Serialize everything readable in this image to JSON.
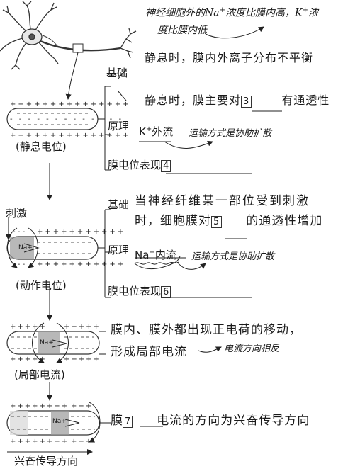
{
  "note_top": {
    "line1a": "神经细胞外的Na",
    "sup1": "+",
    "line1b": "浓度比膜内高，K",
    "sup2": "+",
    "line1c": "浓",
    "line2": "度比膜内低"
  },
  "resting": {
    "label": "(静息电位)",
    "basis_label": "基础",
    "basis_1": "静息时，膜内外离子分布不平衡",
    "basis_2_pre": "静息时，膜主要对",
    "basis_2_num": "3",
    "basis_2_post": "有通透性",
    "principle_label": "原理",
    "principle_ion": "K",
    "principle_sup": "+",
    "principle_flow": "外流",
    "principle_note": "运输方式是协助扩散",
    "expr_label": "膜电位表现",
    "expr_num": "4"
  },
  "action": {
    "stimulus": "刺激",
    "label": "(动作电位)",
    "basis_label": "基础",
    "basis_1": "当神经纤维某一部位受到刺激",
    "basis_2_pre": "时，细胞膜对",
    "basis_2_num": "5",
    "basis_2_post": "的通透性增加",
    "principle_label": "原理",
    "principle_ion": "Na",
    "principle_sup": "+",
    "principle_flow": "内流",
    "principle_note": "运输方式是协助扩散",
    "expr_label": "膜电位表现",
    "expr_num": "6"
  },
  "local_current": {
    "label": "(局部电流)",
    "line1": "膜内、膜外都出现正电荷的移动，",
    "line2": "形成局部电流",
    "note": "电流方向相反"
  },
  "conduction": {
    "pre": "膜",
    "num": "7",
    "post": "电流的方向为兴奋传导方向",
    "label": "兴奋传导方向"
  },
  "na_label": "Na+"
}
